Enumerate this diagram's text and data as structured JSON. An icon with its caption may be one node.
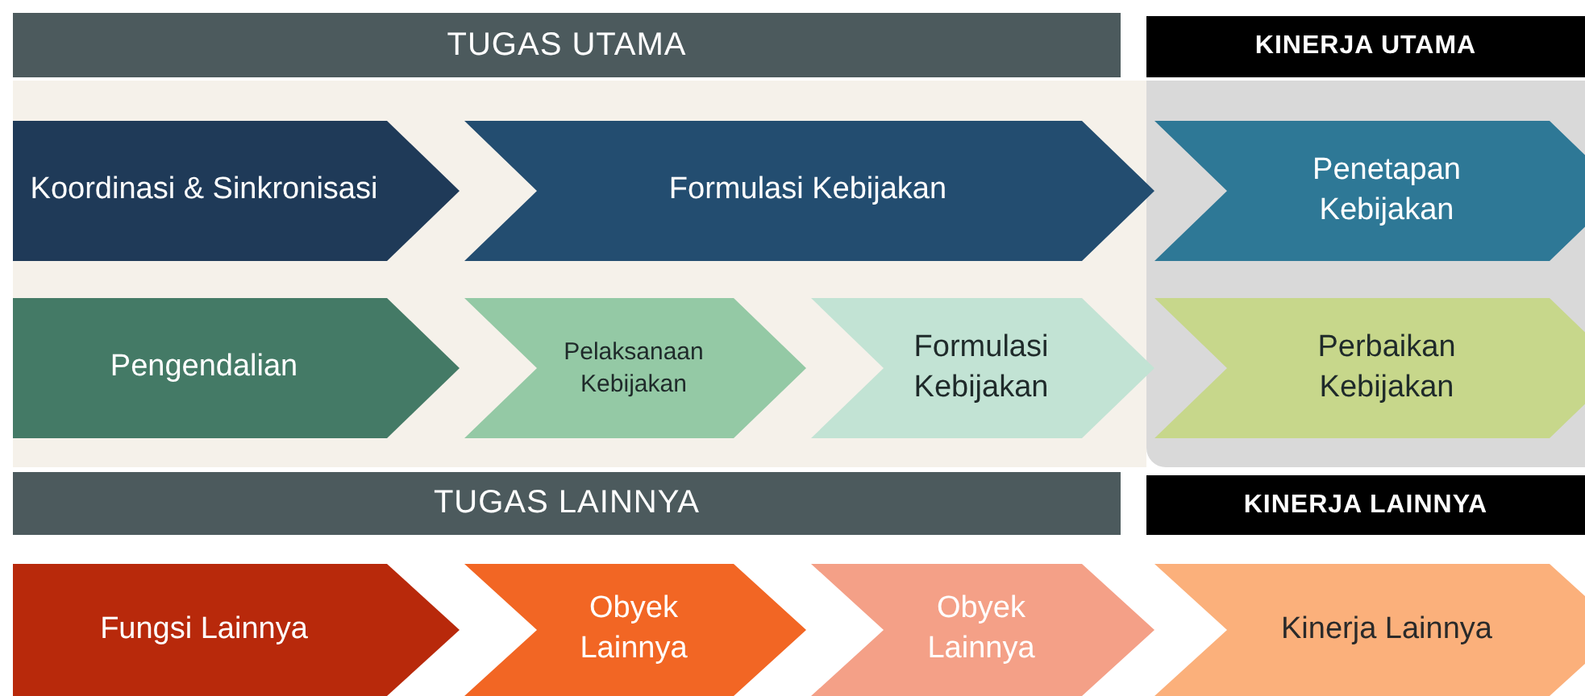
{
  "diagram": {
    "nodes": [
      {
        "text": [
          "TUGAS UTAMA"
        ]
      },
      {
        "text": [
          "KINERJA UTAMA"
        ]
      },
      {
        "text": [
          "Koordinasi & Sinkronisasi"
        ]
      },
      {
        "text": [
          "Formulasi Kebijakan"
        ]
      },
      {
        "text": [
          "Penetapan Kebijakan"
        ]
      },
      {
        "text": [
          "Pengendalian"
        ]
      },
      {
        "text": [
          "Pelaksanaan Kebijakan"
        ]
      },
      {
        "text": [
          "Formulasi Kebijakan"
        ]
      },
      {
        "text": [
          "Perbaikan Kebijakan"
        ]
      },
      {
        "text": [
          "TUGAS LAINNYA"
        ]
      },
      {
        "text": [
          "KINERJA LAINNYA"
        ]
      },
      {
        "text": [
          "Fungsi Lainnya"
        ]
      },
      {
        "text": [
          "Obyek Lainnya"
        ]
      },
      {
        "text": [
          "Obyek Lainnya"
        ]
      },
      {
        "text": [
          "Kinerja Lainnya"
        ]
      }
    ]
  }
}
